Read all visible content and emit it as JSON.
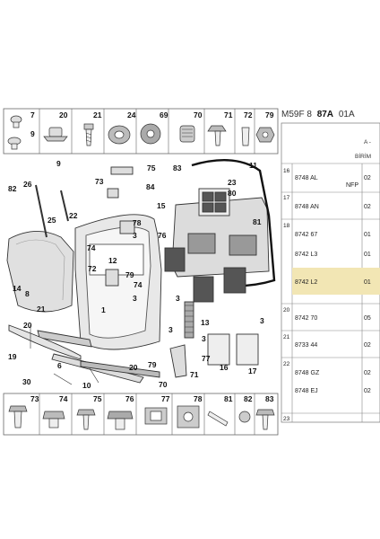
{
  "header": {
    "code_prefix": "M59F 8",
    "code_bold": "87A",
    "code_suffix": "01A",
    "col_a": "A -",
    "col_birim": "BİRİM"
  },
  "top_strip": [
    "7",
    "20",
    "21",
    "24",
    "69",
    "70",
    "71",
    "72",
    "79"
  ],
  "top_strip_second": "9",
  "bottom_strip": [
    "73",
    "74",
    "75",
    "76",
    "77",
    "78",
    "81",
    "82",
    "83"
  ],
  "callouts": [
    "11",
    "9",
    "75",
    "83",
    "82",
    "26",
    "73",
    "84",
    "23",
    "80",
    "15",
    "25",
    "22",
    "19",
    "81",
    "12",
    "78",
    "74",
    "76",
    "3",
    "72",
    "79",
    "74",
    "8",
    "14",
    "3",
    "3",
    "1",
    "13",
    "21",
    "6",
    "20",
    "20",
    "16",
    "17",
    "30",
    "10",
    "79",
    "70",
    "71",
    "77",
    "3",
    "3",
    "3"
  ],
  "highlight_callout": "19",
  "parts_table": [
    {
      "idx": "16",
      "ref": "8748 AL",
      "sub": "NFP",
      "qty": "02"
    },
    {
      "idx": "17",
      "ref": "8748 AN",
      "sub": "",
      "qty": "02"
    },
    {
      "idx": "18",
      "ref": "8742 67",
      "sub": "",
      "qty": "01"
    },
    {
      "idx": "",
      "ref": "8742 L3",
      "sub": "",
      "qty": "01"
    },
    {
      "idx": "",
      "ref": "8742 L2",
      "sub": "",
      "qty": "01",
      "highlight": true
    },
    {
      "idx": "20",
      "ref": "8742 70",
      "sub": "",
      "qty": "05"
    },
    {
      "idx": "21",
      "ref": "8733 44",
      "sub": "",
      "qty": "02"
    },
    {
      "idx": "22",
      "ref": "8748 GZ",
      "sub": "",
      "qty": "02"
    },
    {
      "idx": "",
      "ref": "8748 EJ",
      "sub": "",
      "qty": "02"
    },
    {
      "idx": "23",
      "ref": "",
      "sub": "",
      "qty": ""
    }
  ],
  "colors": {
    "line": "#333333",
    "highlight_row": "#f2e6b4",
    "grid": "#888888"
  }
}
